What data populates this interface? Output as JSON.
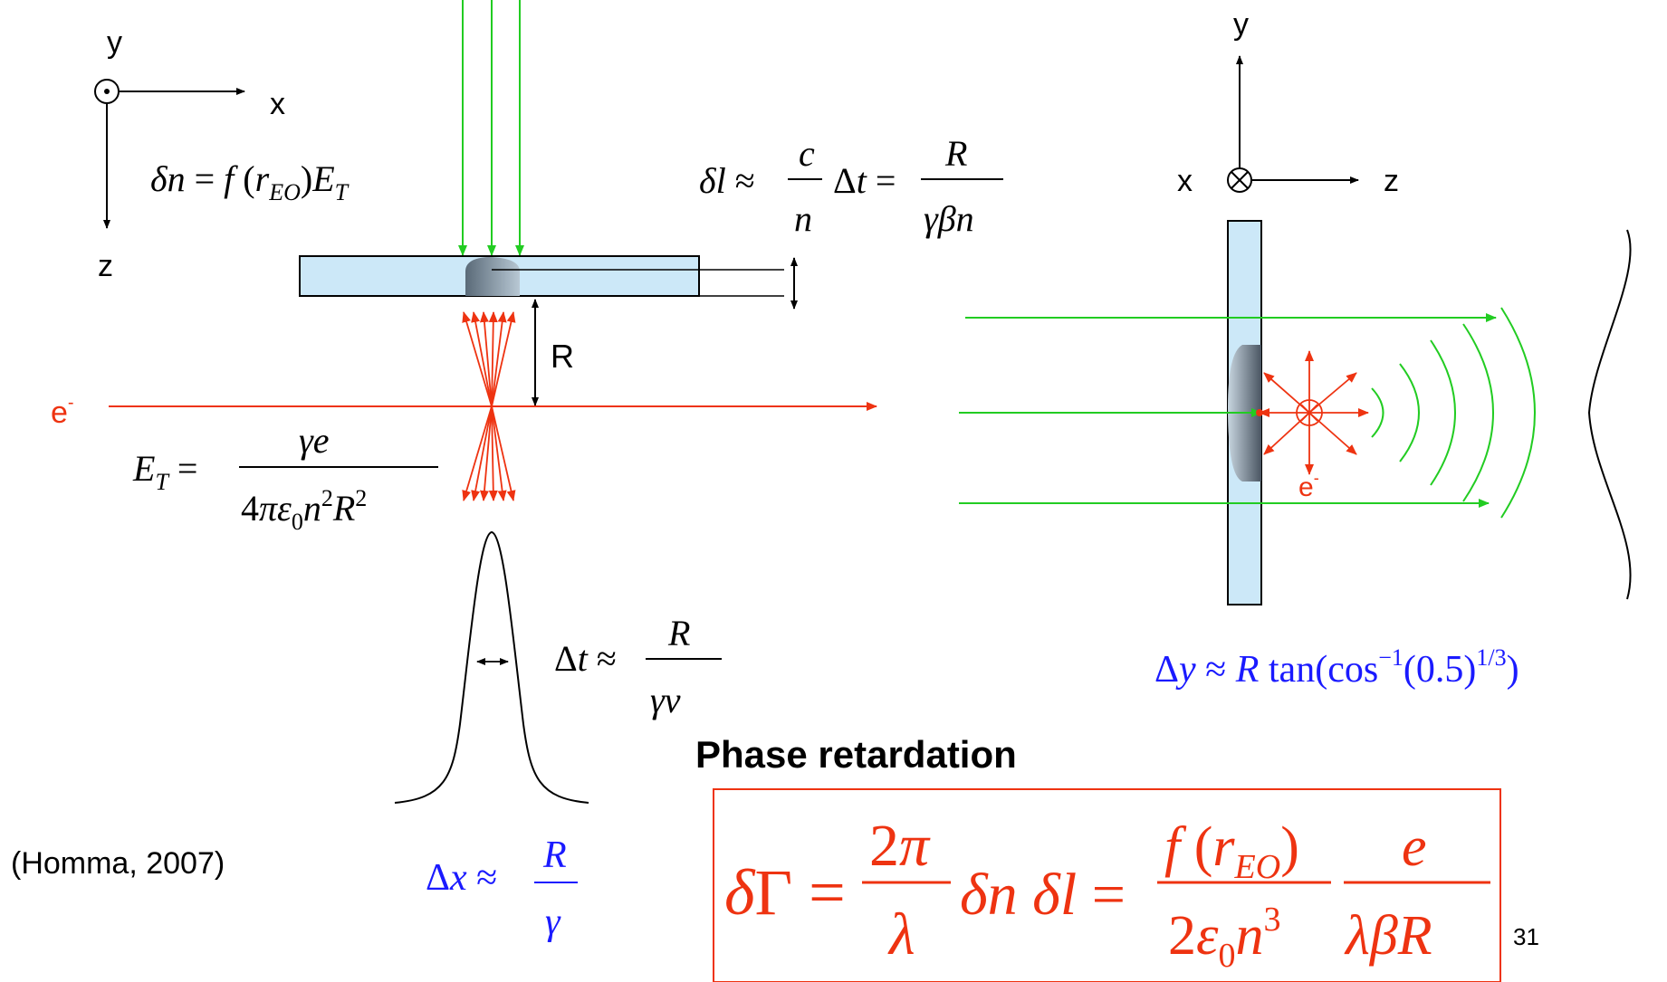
{
  "colors": {
    "green": "#22cc22",
    "red": "#ee3311",
    "blue": "#1a1aff",
    "crystal": "#cce8f8",
    "black": "#000000"
  },
  "axes_left": {
    "y": "y",
    "x": "x",
    "z": "z"
  },
  "axes_right": {
    "y": "y",
    "x": "x",
    "z": "z"
  },
  "labels": {
    "electron": "e",
    "electron_sup": "-",
    "R": "R",
    "citation": "(Homma, 2007)",
    "page_number": "31",
    "phase_heading": "Phase retardation"
  },
  "equations": {
    "delta_n": "δn = f (r_EO) E_T",
    "delta_l": "δl ≈ (c/n) Δt = R/(γβn)",
    "E_T": "E_T = γe / (4πε₀n²R²)",
    "delta_t": "Δt ≈ R/(γv)",
    "delta_x": "Δx ≈ R/γ",
    "delta_y": "Δy ≈ R tan(cos⁻¹(0.5)^(1/3))",
    "delta_gamma": "δΓ = (2π/λ) δn δl = (f (r_EO)/(2ε₀n³)) (e/(λβR))"
  },
  "icons": [
    "dot-in-circle-icon",
    "cross-in-circle-icon"
  ]
}
